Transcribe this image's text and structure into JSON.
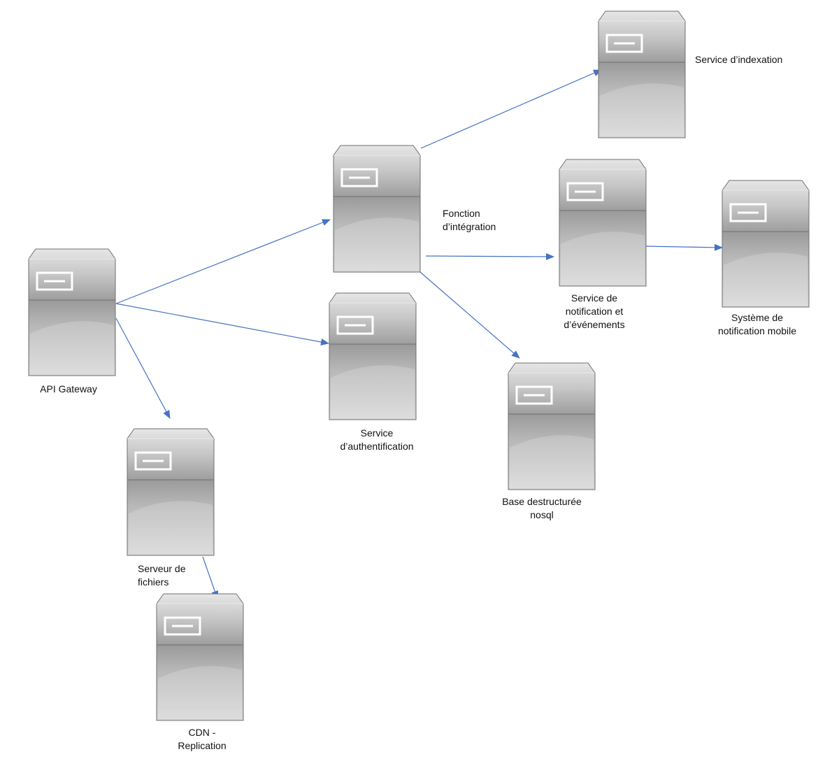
{
  "diagram": {
    "colors": {
      "arrow": "#4472C4",
      "server_top": "#d4d4d4",
      "server_body": "#b0b0b0",
      "server_outline": "#6f6f6f",
      "slot": "#ffffff"
    },
    "nodes": [
      {
        "id": "indexation",
        "icon": "server-icon",
        "label": [
          "Service d’indexation"
        ]
      },
      {
        "id": "integration",
        "icon": "server-icon",
        "label": [
          "Fonction",
          "d’intégration"
        ]
      },
      {
        "id": "notification",
        "icon": "server-icon",
        "label": [
          "Service de",
          "notification et",
          "d’événements"
        ]
      },
      {
        "id": "mobile",
        "icon": "server-icon",
        "label": [
          "Système de",
          "notification mobile"
        ]
      },
      {
        "id": "gateway",
        "icon": "server-icon",
        "label": [
          "API Gateway"
        ]
      },
      {
        "id": "auth",
        "icon": "server-icon",
        "label": [
          "Service",
          "d’authentification"
        ]
      },
      {
        "id": "nosql",
        "icon": "server-icon",
        "label": [
          "Base destructurée",
          "nosql"
        ]
      },
      {
        "id": "files",
        "icon": "server-icon",
        "label": [
          "Serveur de",
          "fichiers"
        ]
      },
      {
        "id": "cdn",
        "icon": "server-icon",
        "label": [
          "CDN -",
          "Replication"
        ]
      }
    ],
    "edges": [
      {
        "from": "gateway",
        "to": "integration"
      },
      {
        "from": "gateway",
        "to": "auth"
      },
      {
        "from": "gateway",
        "to": "files"
      },
      {
        "from": "integration",
        "to": "indexation"
      },
      {
        "from": "integration",
        "to": "notification"
      },
      {
        "from": "integration",
        "to": "nosql"
      },
      {
        "from": "notification",
        "to": "mobile"
      },
      {
        "from": "files",
        "to": "cdn"
      }
    ]
  }
}
